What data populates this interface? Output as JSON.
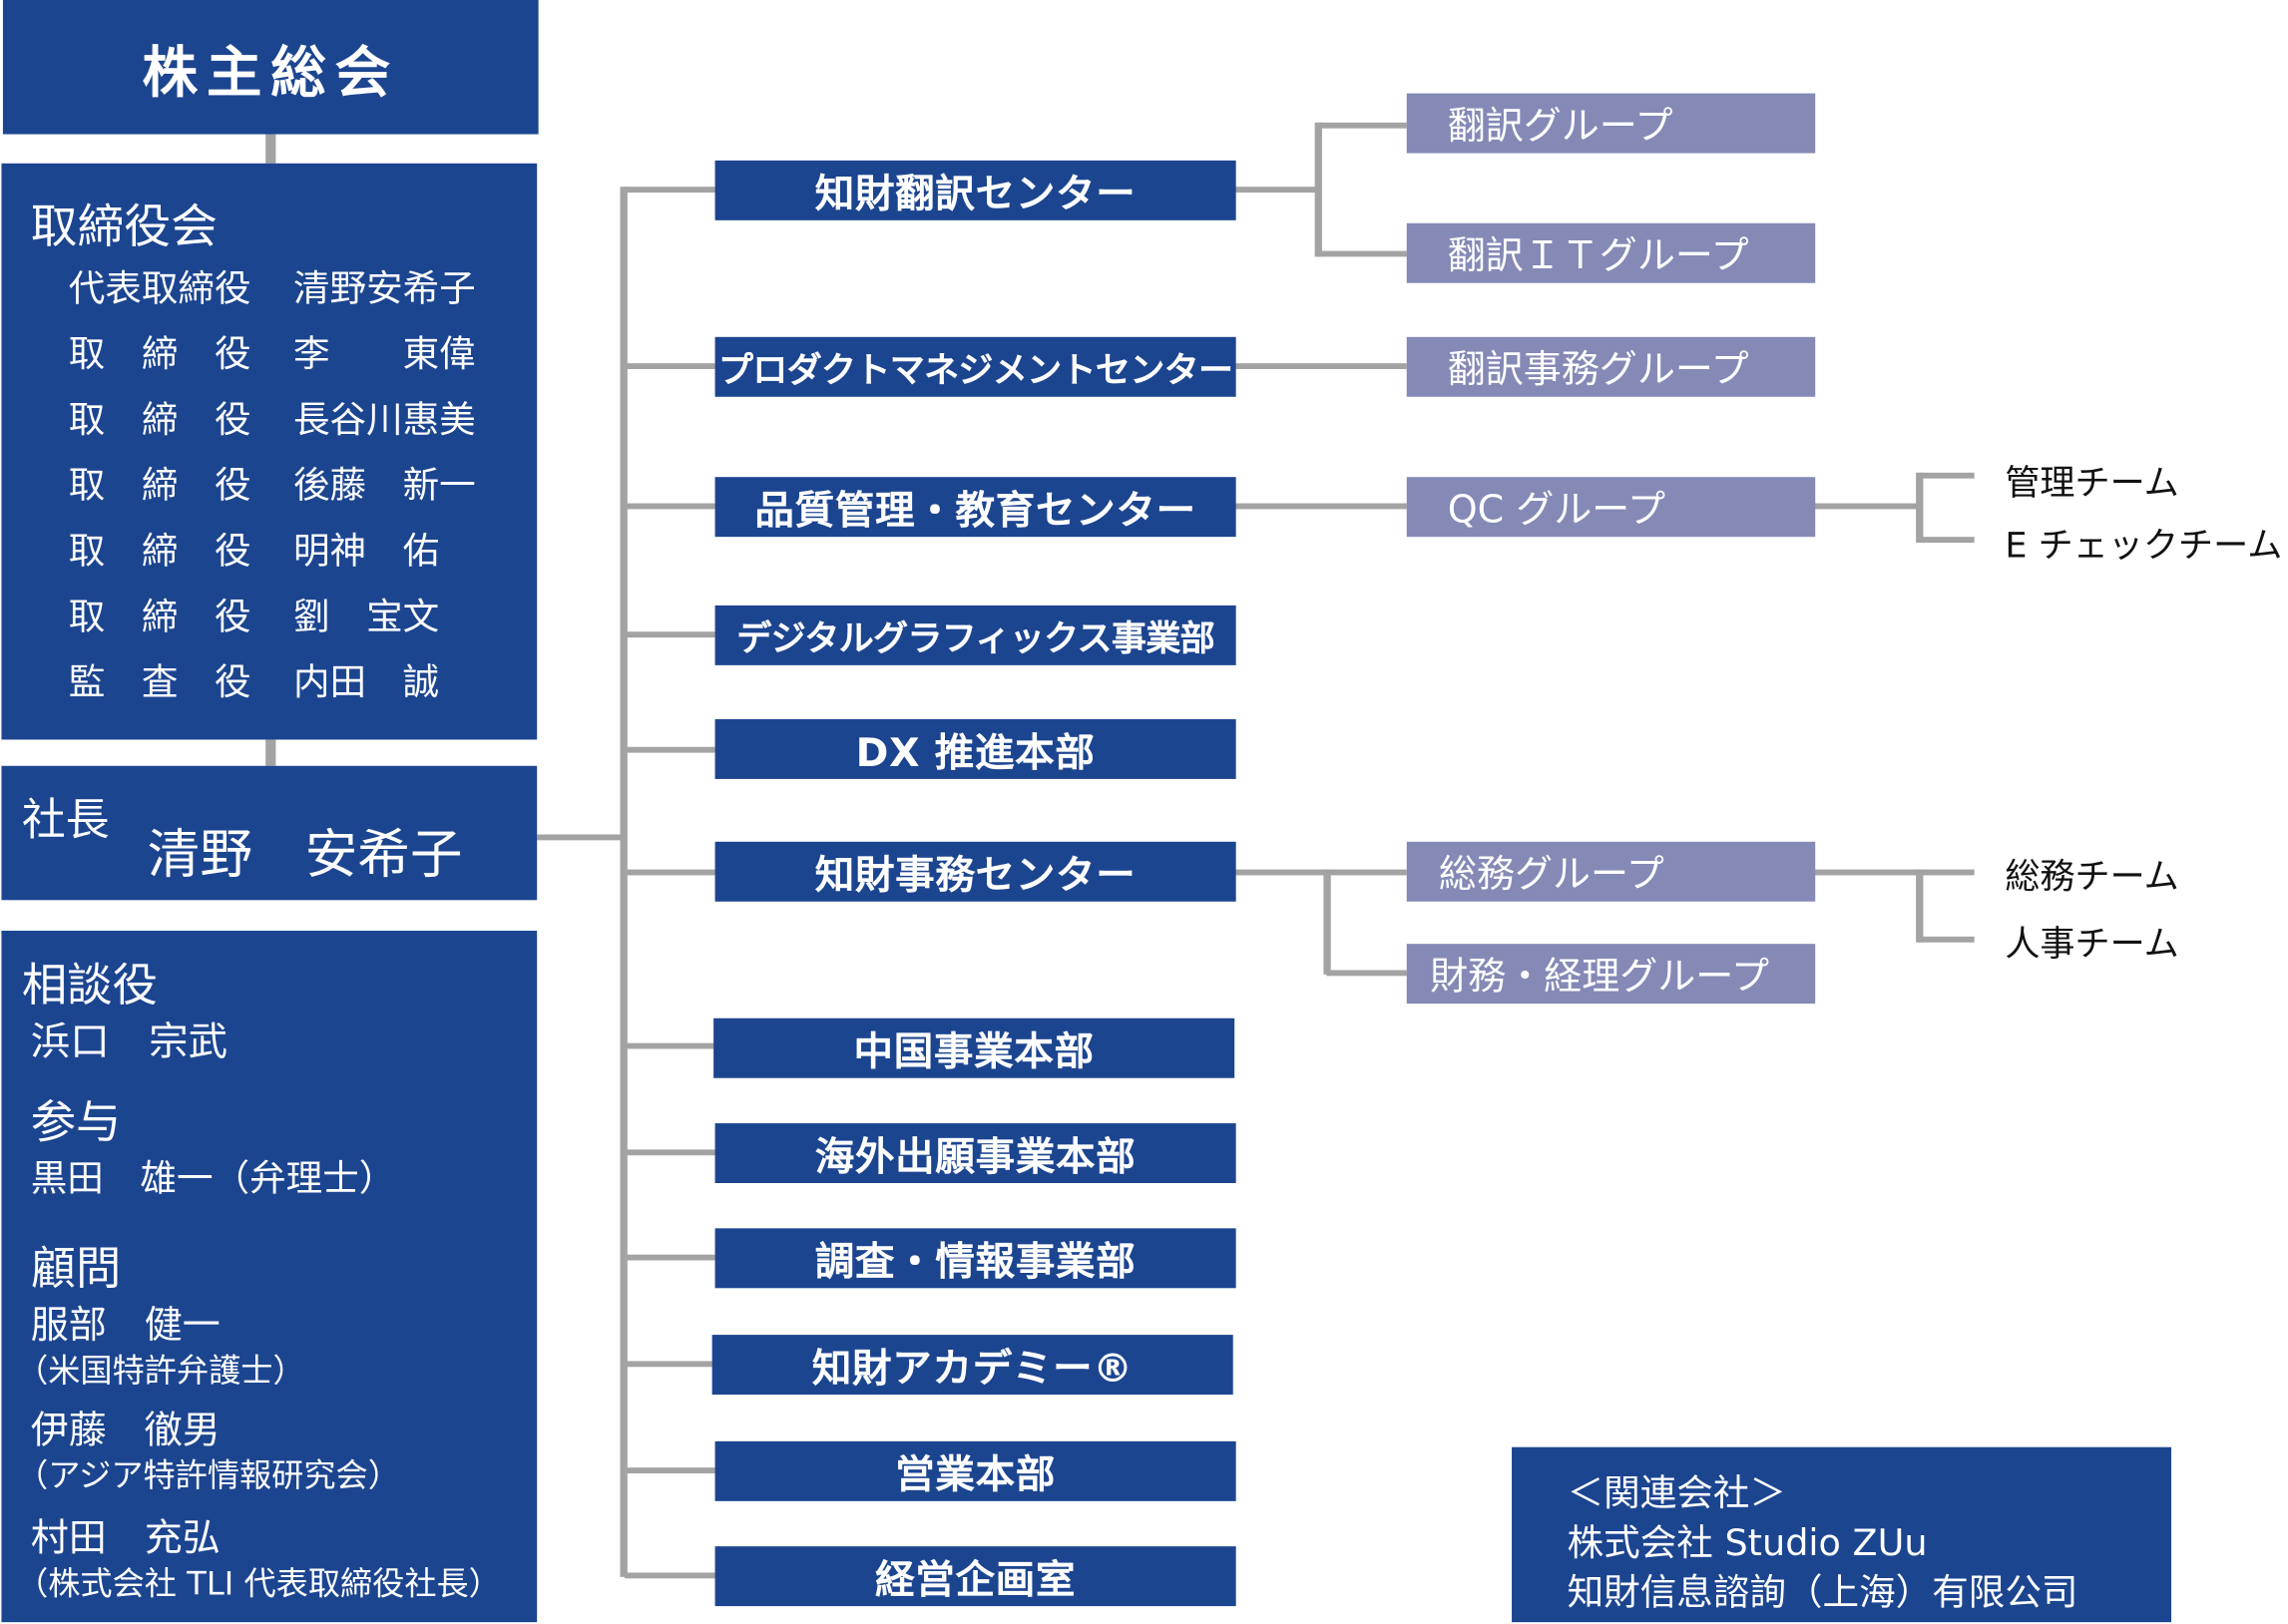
{
  "shareholders": "株主総会",
  "board": {
    "heading": "取締役会",
    "members": [
      {
        "role": "代表取締役",
        "name": "清野安希子"
      },
      {
        "role": "取　締　役",
        "name": "李　　東偉"
      },
      {
        "role": "取　締　役",
        "name": "長谷川惠美"
      },
      {
        "role": "取　締　役",
        "name": "後藤　新一"
      },
      {
        "role": "取　締　役",
        "name": "明神　佑"
      },
      {
        "role": "取　締　役",
        "name": "劉　宝文"
      },
      {
        "role": "監　査　役",
        "name": "内田　誠"
      }
    ]
  },
  "president": {
    "title": "社長",
    "name": "清野　安希子"
  },
  "advisors": {
    "consultant_heading": "相談役",
    "consultant_name": "浜口　宗武",
    "councilor_heading": "参与",
    "councilor_name": "黒田　雄一（弁理士）",
    "adviser_heading": "顧問",
    "advisers": [
      {
        "name": "服部　健一",
        "note": "（米国特許弁護士）"
      },
      {
        "name": "伊藤　徹男",
        "note": "（アジア特許情報研究会）"
      },
      {
        "name": "村田　充弘",
        "note": "（株式会社 TLI  代表取締役社長）"
      }
    ]
  },
  "departments": [
    "知財翻訳センター",
    "プロダクトマネジメントセンター",
    "品質管理・教育センター",
    "デジタルグラフィックス事業部",
    "DX 推進本部",
    "知財事務センター",
    "中国事業本部",
    "海外出願事業本部",
    "調査・情報事業部",
    "知財アカデミー®",
    "営業本部",
    "経営企画室"
  ],
  "groups": {
    "translation": "翻訳グループ",
    "translation_it": "翻訳ＩＴグループ",
    "translation_admin": "翻訳事務グループ",
    "qc": "QC グループ",
    "general_affairs": "総務グループ",
    "finance": "財務・経理グループ"
  },
  "teams": {
    "management": "管理チーム",
    "echeck": "E チェックチーム",
    "general_affairs": "総務チーム",
    "hr": "人事チーム"
  },
  "affiliates": {
    "heading": "＜関連会社＞",
    "companies": [
      "株式会社 Studio ZUu",
      "知財信息諮詢（上海）有限公司"
    ]
  },
  "colors": {
    "box": "#1c4590",
    "group": "#8589b6",
    "connector": "#a3a3a3"
  }
}
